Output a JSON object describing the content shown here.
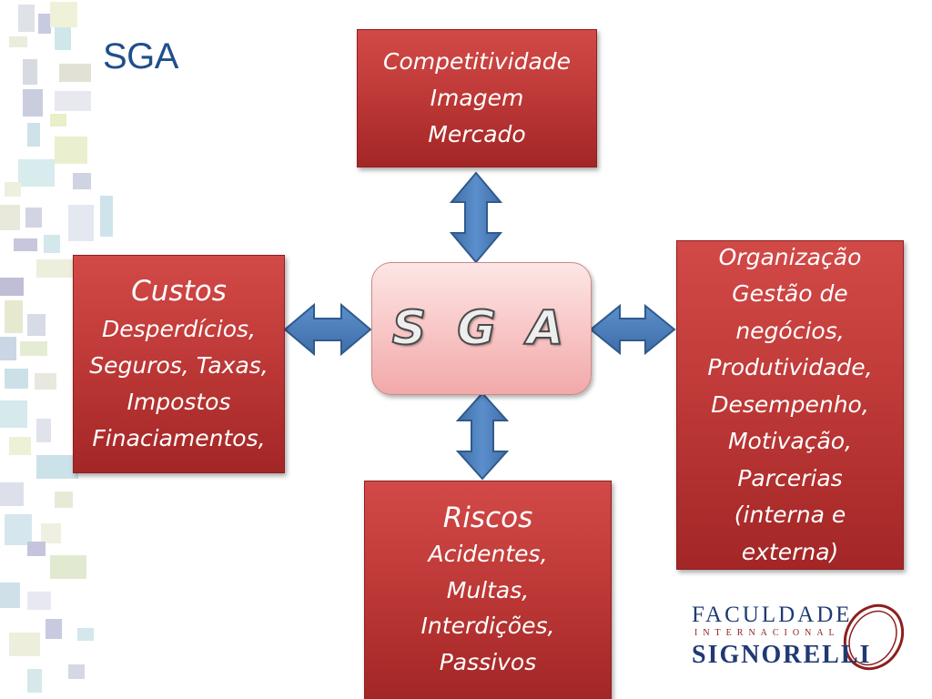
{
  "slide": {
    "title": "SGA"
  },
  "center": {
    "label": "S G A"
  },
  "boxes": {
    "top": {
      "lines": [
        "Competitividade",
        "Imagem",
        "Mercado"
      ]
    },
    "left": {
      "heading": "Custos",
      "lines": [
        "Desperdícios,",
        "Seguros, Taxas,",
        "Impostos",
        "Finaciamentos,"
      ]
    },
    "right": {
      "lines": [
        "Organização",
        "Gestão de",
        "negócios,",
        "Produtividade,",
        "Desempenho,",
        "Motivação,",
        "Parcerias",
        "(interna e",
        "externa)"
      ]
    },
    "bottom": {
      "heading": "Riscos",
      "lines": [
        "Acidentes,",
        "Multas,",
        "Interdições,",
        "Passivos"
      ]
    }
  },
  "logo": {
    "line1": "FACULDADE",
    "line2": "INTERNACIONAL",
    "line3": "SIGNORELLI"
  },
  "colors": {
    "box_red": "#bf3a38",
    "center_pink": "#f8c4c4",
    "arrow_blue": "#4f81bd",
    "title_blue": "#1f4e8c"
  }
}
